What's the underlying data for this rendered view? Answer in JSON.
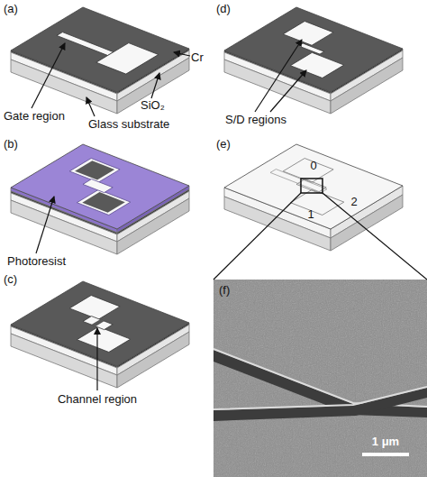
{
  "diagram": {
    "labels": [
      "(a)",
      "Gate region",
      "Cr",
      "SiO₂",
      "Glass substrate",
      "(b)",
      "Photoresist",
      "(c)",
      "Channel region",
      "(d)",
      "S/D regions",
      "(e)",
      "0",
      "2",
      "1",
      "(f)",
      "1 μm"
    ]
  }
}
